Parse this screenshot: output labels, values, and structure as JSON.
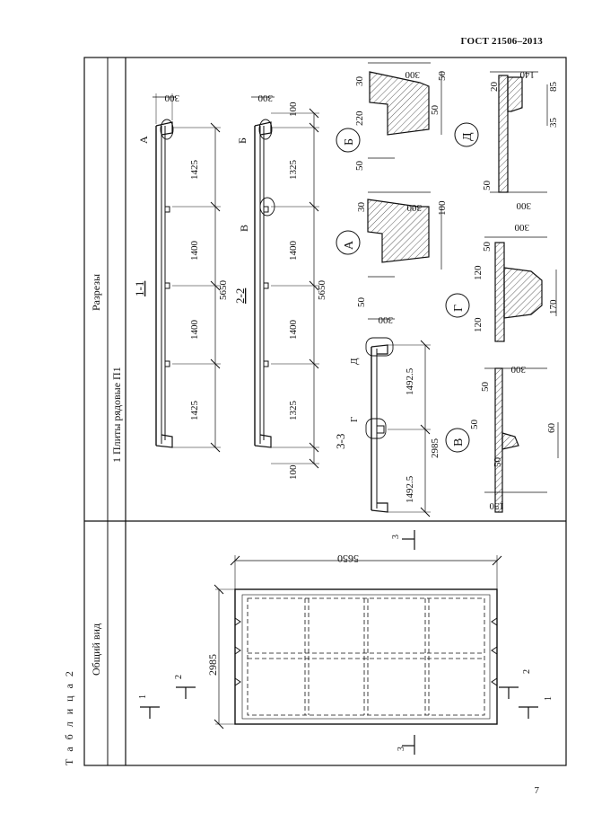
{
  "header": {
    "standard": "ГОСТ 21506–2013"
  },
  "table_label": "Т а б л и ц а  2",
  "columns": {
    "general_view": "Общий вид",
    "sections": "Разрезы"
  },
  "row_title": "1 Плиты рядовые П1",
  "plan": {
    "length": "5650",
    "width": "2985",
    "cut_marks": [
      "1",
      "1",
      "2",
      "2",
      "3",
      "3"
    ]
  },
  "section_1_1": {
    "title": "1-1",
    "dims": [
      "1425",
      "1400",
      "1400",
      "1425"
    ],
    "total": "5650",
    "height": "300",
    "callout": "А"
  },
  "section_2_2": {
    "title": "2-2",
    "dims": [
      "1325",
      "1400",
      "1400",
      "1325"
    ],
    "total": "5650",
    "ends": [
      "100",
      "100"
    ],
    "height": "300",
    "callouts": [
      "Б",
      "В"
    ]
  },
  "section_3_3": {
    "title": "3-3",
    "dims": [
      "1492.5",
      "1492.5"
    ],
    "total": "2985",
    "height": "300",
    "callouts": [
      "Г",
      "Д"
    ]
  },
  "details": {
    "A": {
      "label": "А",
      "dims": [
        "300",
        "30",
        "100",
        "50"
      ]
    },
    "B": {
      "label": "Б",
      "dims": [
        "300",
        "30",
        "50",
        "220",
        "50",
        "50"
      ]
    },
    "V": {
      "label": "В",
      "dims": [
        "300",
        "50",
        "50",
        "50",
        "60",
        "150"
      ]
    },
    "G": {
      "label": "Г",
      "dims": [
        "300",
        "50",
        "120",
        "120",
        "170"
      ]
    },
    "D": {
      "label": "Д",
      "dims": [
        "140",
        "20",
        "85",
        "35",
        "50",
        "300"
      ]
    }
  },
  "page_number": "7"
}
